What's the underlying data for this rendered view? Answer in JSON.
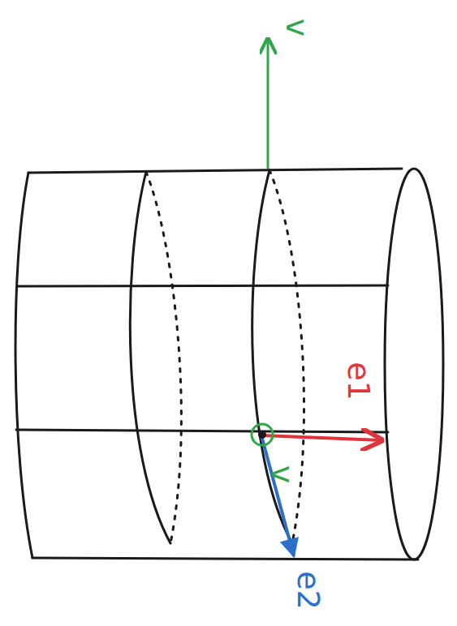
{
  "diagram": {
    "labels": [
      "v",
      "e1",
      "v",
      "e2"
    ]
  }
}
